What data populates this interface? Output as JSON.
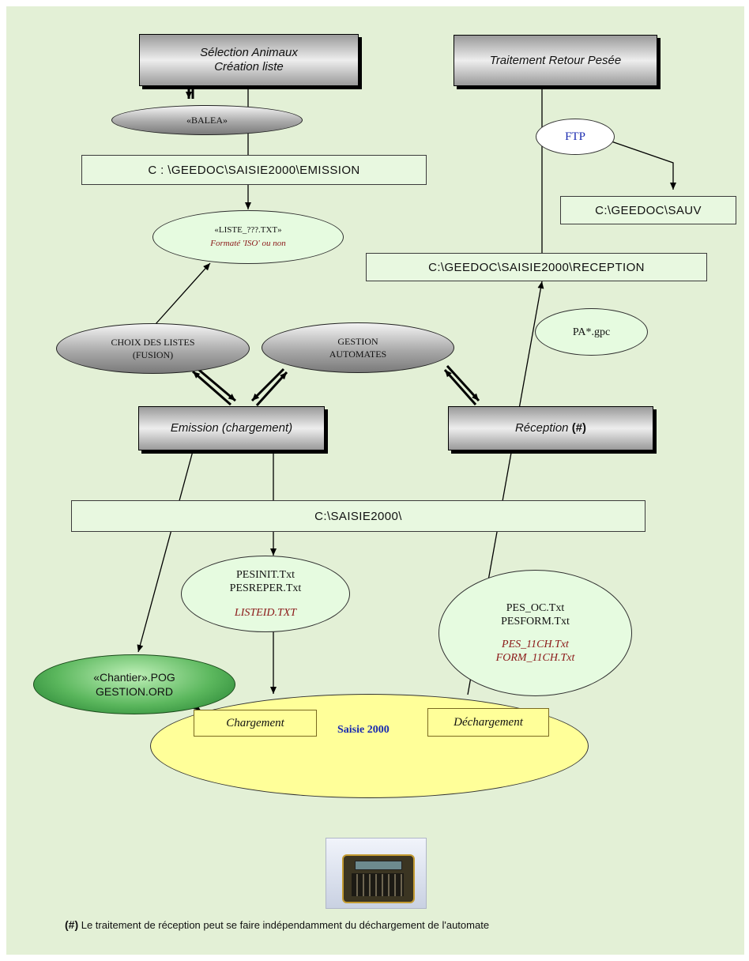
{
  "nodes": {
    "selection": {
      "line1": "Sélection Animaux",
      "line2": "Création liste"
    },
    "balea": "«BALEA»",
    "emission_path": "C : \\GEEDOC\\SAISIE2000\\EMISSION",
    "liste": {
      "line1": "«LISTE_???.TXT»",
      "line2": "Formaté 'ISO' ou non"
    },
    "choix": {
      "line1": "CHOIX DES LISTES",
      "line2": "(FUSION)"
    },
    "gestion_automates": {
      "line1": "GESTION",
      "line2": "AUTOMATES"
    },
    "emission": "Emission (chargement)",
    "reception": {
      "text": "Réception ",
      "mark": "(#)"
    },
    "traitement": "Traitement Retour Pesée",
    "ftp": "FTP",
    "sauv_path": "C:\\GEEDOC\\SAUV",
    "reception_path": "C:\\GEEDOC\\SAISIE2000\\RECEPTION",
    "pa_file": "PA*.gpc",
    "saisie_path": "C:\\SAISIE2000\\",
    "pesinit": {
      "line1": "PESINIT.Txt",
      "line2": "PESREPER.Txt",
      "line3": "LISTEID.TXT"
    },
    "pesoc": {
      "line1": "PES_OC.Txt",
      "line2": "PESFORM.Txt",
      "line3": "PES_11CH.Txt",
      "line4": "FORM_11CH.Txt"
    },
    "chantier": {
      "line1": "«Chantier».POG",
      "line2": "GESTION.ORD"
    },
    "chargement": "Chargement",
    "saisie2000": "Saisie 2000",
    "dechargement": "Déchargement"
  },
  "footnote": {
    "mark": "(#)",
    "text": " Le traitement de réception peut se faire indépendamment du déchargement de l'automate"
  },
  "colors": {
    "background": "#e3f0d6",
    "path_box": "#e8f8e0",
    "saisie_ellipse": "#ffff99",
    "blue_text": "#1a2bb0",
    "dark_red_text": "#8b1818"
  },
  "icons": {
    "device": "handheld-terminal-icon"
  }
}
